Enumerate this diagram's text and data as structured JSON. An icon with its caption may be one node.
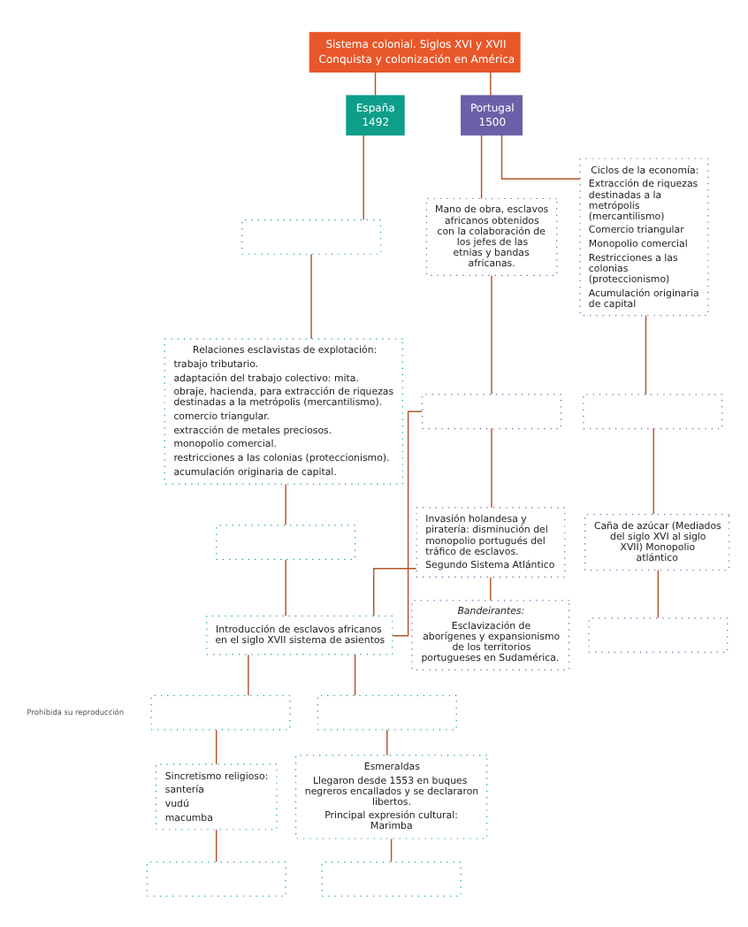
{
  "diagram": {
    "nodes": [
      {
        "text": [
          "Sistema colonial. Siglos XVI y XVII",
          "Conquista y colonización en América"
        ]
      },
      {
        "text": [
          "España",
          "1492"
        ]
      },
      {
        "text": [
          "Portugal",
          "1500"
        ]
      },
      {
        "text": [],
        "shape": "box"
      },
      {
        "text": [
          "Relaciones esclavistas de explotación:",
          "trabajo tributario.",
          "adaptación del trabajo colectivo: mita.",
          "obraje, hacienda, para extracción de riquezas destinadas a la metrópolis (mercantilismo).",
          "comercio triangular.",
          "extracción de metales preciosos.",
          "monopolio comercial.",
          "restricciones a las colonias (proteccionismo).",
          "acumulación originaria de capital."
        ]
      },
      {
        "text": [],
        "shape": "box"
      },
      {
        "text": [
          "Introducción de esclavos africanos en el siglo XVII sistema de asientos"
        ]
      },
      {
        "text": [
          "Mano de obra, esclavos africanos obtenidos con la colaboración de los jefes de las etnias y bandas africanas."
        ]
      },
      {
        "text": [
          "Ciclos de la economía:",
          "Extracción de riquezas destinadas a la metrópolis (mercantilismo)",
          "Comercio triangular",
          "Monopolio comercial",
          "Restricciones a las colonias (proteccionismo)",
          "Acumulación originaria de capital"
        ]
      },
      {
        "text": [],
        "shape": "box"
      },
      {
        "text": [
          "Invasión holandesa y piratería: disminución del monopolio portugués del tráfico de esclavos.",
          "Segundo Sistema Atlántico"
        ]
      },
      {
        "text": [
          "Bandeirantes:",
          "Esclavización de aborígenes y expansionismo de los territorios portugueses en Sudamérica."
        ]
      },
      {
        "text": [],
        "shape": "box"
      },
      {
        "text": [
          "Caña de azúcar (Mediados del siglo XVI al siglo XVII) Monopolio atlántico"
        ]
      },
      {
        "text": [],
        "shape": "box"
      },
      {
        "text": [],
        "shape": "box"
      },
      {
        "text": [],
        "shape": "box"
      },
      {
        "text": [
          "Sincretismo religioso:",
          "santería",
          "vudú",
          "macumba"
        ]
      },
      {
        "text": [
          "Esmeraldas",
          "Llegaron desde 1553 en buques negreros encallados y se declararon libertos.",
          "Principal expresión cultural: Marimba"
        ]
      },
      {
        "text": [],
        "shape": "box"
      },
      {
        "text": [],
        "shape": "box"
      }
    ],
    "edges": [
      {
        "from": 0,
        "to": 1,
        "arrow": "none"
      },
      {
        "from": 0,
        "to": 2,
        "arrow": "none"
      },
      {
        "from": 1,
        "to": 3,
        "arrow": "none"
      },
      {
        "from": 3,
        "to": 4,
        "arrow": "none"
      },
      {
        "from": 4,
        "to": 5,
        "arrow": "none"
      },
      {
        "from": 5,
        "to": 6,
        "arrow": "none"
      },
      {
        "from": 2,
        "to": 7,
        "arrow": "none"
      },
      {
        "from": 2,
        "to": 8,
        "arrow": "none"
      },
      {
        "from": 7,
        "to": 9,
        "arrow": "none"
      },
      {
        "from": 9,
        "to": 10,
        "arrow": "none"
      },
      {
        "from": 10,
        "to": 11,
        "arrow": "none"
      },
      {
        "from": 8,
        "to": 12,
        "arrow": "none"
      },
      {
        "from": 12,
        "to": 13,
        "arrow": "none"
      },
      {
        "from": 13,
        "to": 14,
        "arrow": "none"
      },
      {
        "from": 9,
        "to": 6,
        "arrow": "none"
      },
      {
        "from": 10,
        "to": 6,
        "arrow": "none"
      },
      {
        "from": 6,
        "to": 15,
        "arrow": "none"
      },
      {
        "from": 6,
        "to": 16,
        "arrow": "none"
      },
      {
        "from": 15,
        "to": 17,
        "arrow": "none"
      },
      {
        "from": 17,
        "to": 19,
        "arrow": "none"
      },
      {
        "from": 16,
        "to": 18,
        "arrow": "none"
      },
      {
        "from": 18,
        "to": 20,
        "arrow": "none"
      }
    ],
    "labels": [
      "Prohibida su reproducción"
    ]
  }
}
